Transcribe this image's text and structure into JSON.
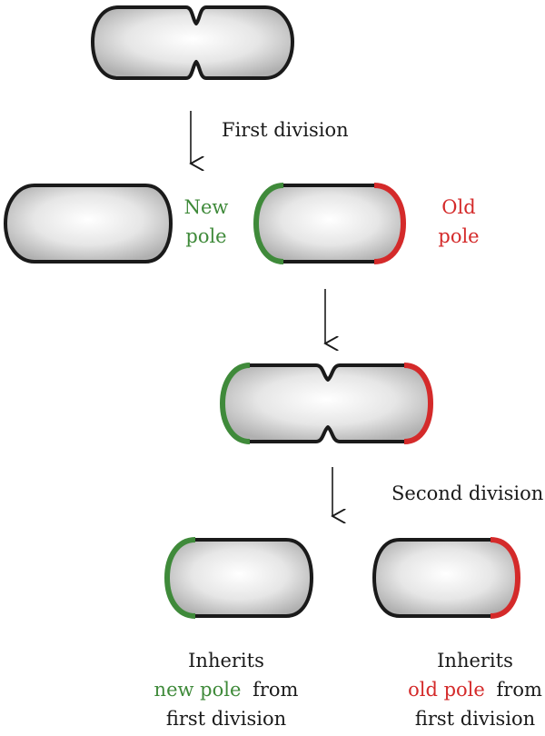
{
  "labels": {
    "first_division": "First division",
    "second_division": "Second division",
    "new_pole_line1": "New",
    "new_pole_line2": "pole",
    "old_pole_line1": "Old",
    "old_pole_line2": "pole"
  },
  "captions": {
    "left": {
      "line1": "Inherits",
      "line2_colored": "new pole",
      "line2_rest": "from",
      "line3": "first division"
    },
    "right": {
      "line1": "Inherits",
      "line2_colored": "old pole",
      "line2_rest": "from",
      "line3": "first division"
    }
  },
  "colors": {
    "new_pole": "#3f8a3a",
    "old_pole": "#d42a2a",
    "cell_outline": "#1a1a1a",
    "text": "#1a1a1a"
  }
}
